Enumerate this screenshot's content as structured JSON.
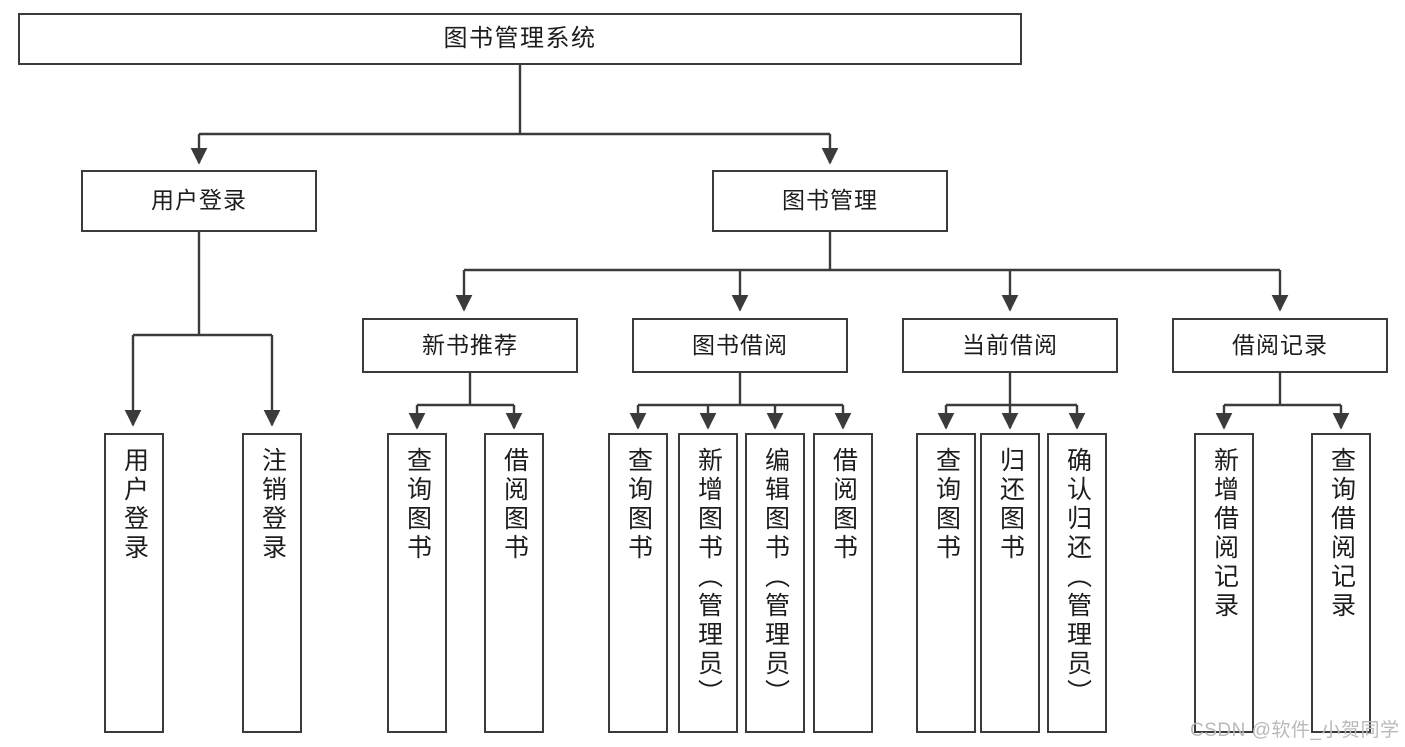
{
  "diagram": {
    "type": "tree-hierarchy-chart",
    "title": "图书管理系统",
    "background": "#ffffff",
    "line_color": "#3b3b3b",
    "box_fill": "#ffffff",
    "text_color": "#1d1d1d"
  },
  "root": {
    "label": "图书管理系统"
  },
  "level2": [
    {
      "label": "用户登录"
    },
    {
      "label": "图书管理"
    }
  ],
  "level3": [
    {
      "label": "新书推荐"
    },
    {
      "label": "图书借阅"
    },
    {
      "label": "当前借阅"
    },
    {
      "label": "借阅记录"
    }
  ],
  "leaves": {
    "user_login": [
      {
        "label": "用户登录"
      },
      {
        "label": "注销登录"
      }
    ],
    "new_book": [
      {
        "label": "查询图书"
      },
      {
        "label": "借阅图书"
      }
    ],
    "book_borrow": [
      {
        "label": "查询图书"
      },
      {
        "label": "新增图书（管理员）"
      },
      {
        "label": "编辑图书（管理员）"
      },
      {
        "label": "借阅图书"
      }
    ],
    "current_borrow": [
      {
        "label": "查询图书"
      },
      {
        "label": "归还图书"
      },
      {
        "label": "确认归还（管理员）"
      }
    ],
    "borrow_record": [
      {
        "label": "新增借阅记录"
      },
      {
        "label": "查询借阅记录"
      }
    ]
  },
  "watermark": {
    "text": "CSDN @软件_小贺同学",
    "color": "#b9b9b9"
  }
}
